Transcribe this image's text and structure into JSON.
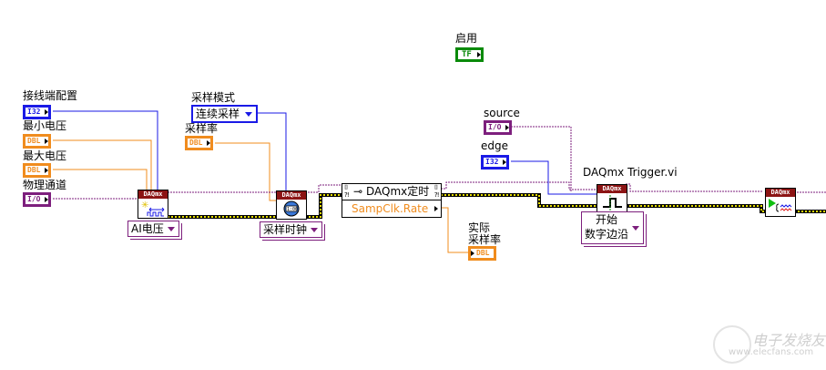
{
  "controls": {
    "terminal_config": {
      "label": "接线端配置",
      "type": "I32"
    },
    "min_voltage": {
      "label": "最小电压",
      "type": "DBL"
    },
    "max_voltage": {
      "label": "最大电压",
      "type": "DBL"
    },
    "physical_channel": {
      "label": "物理通道",
      "type": "I/O"
    },
    "sample_mode": {
      "label": "采样模式",
      "value": "连续采样"
    },
    "sample_rate": {
      "label": "采样率",
      "type": "DBL"
    },
    "enable": {
      "label": "启用",
      "type": "TF"
    },
    "source": {
      "label": "source",
      "type": "I/O"
    },
    "edge": {
      "label": "edge",
      "type": "I32"
    }
  },
  "indicators": {
    "actual_rate": {
      "label_line1": "实际",
      "label_line2": "采样率",
      "type": "DBL"
    }
  },
  "nodes": {
    "create_channel": {
      "header": "DAQmx",
      "selector": "AI电压"
    },
    "timing": {
      "header": "DAQmx",
      "selector": "采样时钟"
    },
    "property_node": {
      "title": "DAQmx定时",
      "property": "SampClk.Rate"
    },
    "trigger": {
      "header": "DAQmx",
      "label": "DAQmx Trigger.vi",
      "selector_line1": "开始",
      "selector_line2": "数字边沿"
    },
    "start_task": {
      "header": "DAQmx"
    }
  },
  "watermark": {
    "title": "电子发烧友",
    "url": "www.elecfans.com"
  },
  "colors": {
    "i32": "#1a1ae6",
    "dbl": "#f08c1e",
    "io": "#7d1f7d",
    "bool": "#0a8a0a",
    "task_wire": "#000000",
    "task_wire_fill": "#e8e000",
    "vi_header": "#8c1414"
  }
}
